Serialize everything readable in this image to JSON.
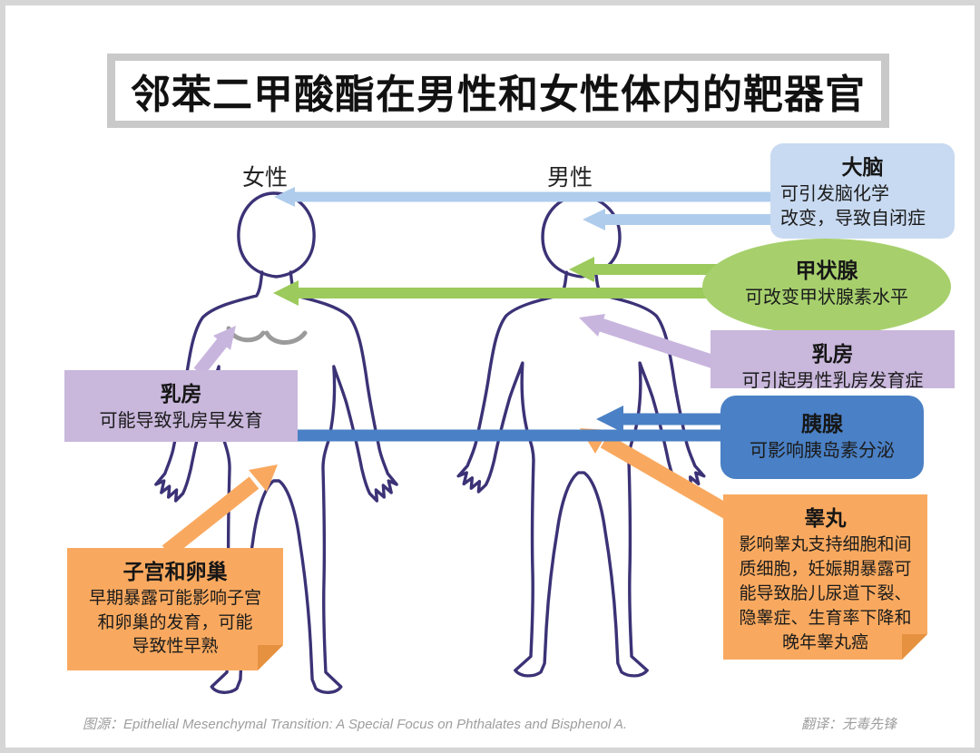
{
  "title": "邻苯二甲酸酯在男性和女性体内的靶器官",
  "figures": {
    "female_label": "女性",
    "male_label": "男性"
  },
  "callouts": {
    "brain": {
      "title": "大脑",
      "body": "可引发脑化学\n改变，导致自闭症"
    },
    "thyroid": {
      "title": "甲状腺",
      "body": "可改变甲状腺素水平"
    },
    "male_breast": {
      "title": "乳房",
      "body": "可引起男性乳房发育症"
    },
    "pancreas": {
      "title": "胰腺",
      "body": "可影响胰岛素分泌"
    },
    "testes": {
      "title": "睾丸",
      "body": "影响睾丸支持细胞和间\n质细胞，妊娠期暴露可\n能导致胎儿尿道下裂、\n隐睾症、生育率下降和\n晚年睾丸癌"
    },
    "female_breast": {
      "title": "乳房",
      "body": "可能导致乳房早发育"
    },
    "uterus_ovaries": {
      "title": "子宫和卵巢",
      "body": "早期暴露可能影响子宫\n和卵巢的发育，可能\n导致性早熟"
    }
  },
  "footer": {
    "source": "图源：Epithelial Mesenchymal Transition: A Special Focus on Phthalates and Bisphenol A.",
    "translation": "翻译：无毒先锋"
  },
  "colors": {
    "body_outline": "#3b3276",
    "light_blue_box": "#c8daf1",
    "light_blue_arrow": "#afccec",
    "green_box": "#a7d06d",
    "green_arrow": "#9cca5c",
    "purple_box": "#c9b7dc",
    "purple_arrow": "#c8b5de",
    "dark_blue_box": "#4a80c5",
    "orange_box": "#f9a95f",
    "orange_fold": "#e5913f",
    "title_frame": "#c9c9c9"
  }
}
